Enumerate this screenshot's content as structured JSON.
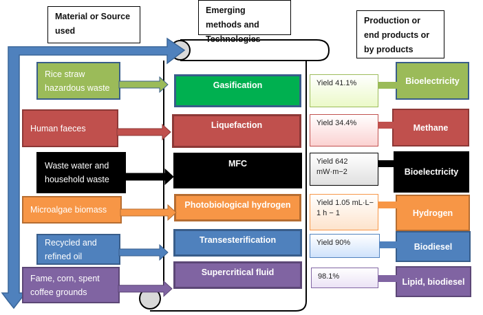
{
  "headers": {
    "material": "Material or Source used",
    "methods": "Emerging methods and Technologies",
    "products": "Production or end products or by products"
  },
  "rows": [
    {
      "source": "Rice straw hazardous waste",
      "method": "Gasification",
      "yield": "Yield 41.1%",
      "product": "Bioelectricity",
      "colors": {
        "source": "#9bbb59",
        "method": "#00b050",
        "method_border": "#385d8a",
        "yield_bg": "#ebf9c8",
        "yield_border": "#9bbb59",
        "product": "#9bbb59"
      }
    },
    {
      "source": "Human faeces",
      "method": "Liquefaction",
      "yield": "Yield 34.4%",
      "product": "Methane",
      "colors": {
        "source": "#c0504d",
        "method": "#c0504d",
        "method_border": "#8c3836",
        "yield_bg": "#fbd2d1",
        "yield_border": "#c0504d",
        "product": "#c0504d"
      }
    },
    {
      "source": "Waste water and household waste",
      "method": "MFC",
      "yield": "Yield 642 mW·m−2",
      "product": "Bioelectricity",
      "colors": {
        "source": "#000000",
        "method": "#000000",
        "method_border": "#000000",
        "yield_bg": "#e0e0e0",
        "yield_border": "#000000",
        "product": "#000000"
      }
    },
    {
      "source": "Microalgae biomass",
      "method": "Photobiological hydrogen",
      "yield": "Yield 1.05 mL·L− 1 h − 1",
      "product": "Hydrogen",
      "colors": {
        "source": "#f79646",
        "method": "#f79646",
        "method_border": "#b66d31",
        "yield_bg": "#fde3cc",
        "yield_border": "#f79646",
        "product": "#f79646"
      }
    },
    {
      "source": "Recycled and refined  oil",
      "method": "Transesterification",
      "yield": "Yield 90%",
      "product": "Biodiesel",
      "colors": {
        "source": "#4f81bd",
        "method": "#4f81bd",
        "method_border": "#385d8a",
        "yield_bg": "#cfe2fb",
        "yield_border": "#4f81bd",
        "product": "#4f81bd"
      }
    },
    {
      "source": "Fame, corn, spent coffee grounds",
      "method": "Supercritical fluid",
      "yield": "98.1%",
      "product": "Lipid, biodiesel",
      "colors": {
        "source": "#8064a2",
        "method": "#8064a2",
        "method_border": "#5c4776",
        "yield_bg": "#ebe3f5",
        "yield_border": "#8064a2",
        "product": "#8064a2"
      }
    }
  ],
  "flow_arrow_color": "#4f81bd"
}
